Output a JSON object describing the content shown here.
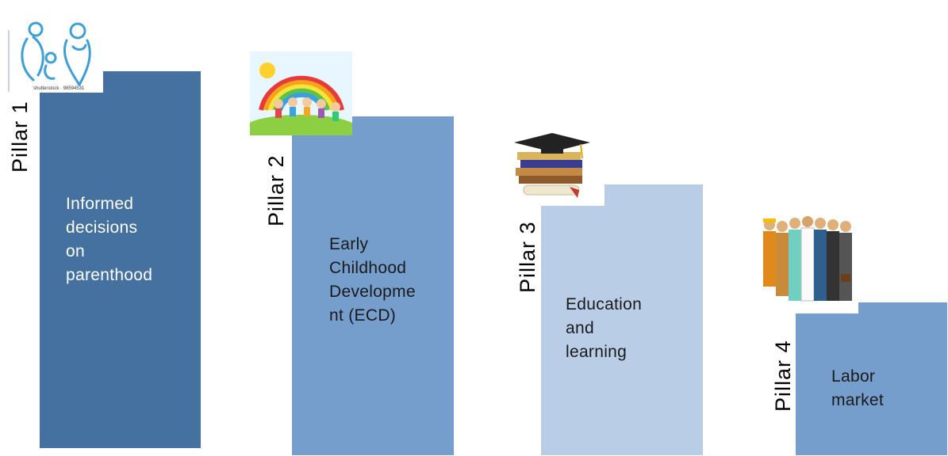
{
  "pillars": [
    {
      "label": "Pillar 1",
      "text": "Informed\ndecisions\non\nparenthood",
      "color": "#44719f",
      "text_color": "#ffffff",
      "image": "parents-child-icon",
      "caption": "shutterstock · 98594531"
    },
    {
      "label": "Pillar 2",
      "text": "Early\nChildhood\nDevelopme\nnt (ECD)",
      "color": "#759ecd",
      "text_color": "#1a1a1a",
      "image": "children-rainbow-icon"
    },
    {
      "label": "Pillar 3",
      "text": "Education\nand\nlearning",
      "color": "#b9cde7",
      "text_color": "#1a1a1a",
      "image": "graduation-cap-books-icon"
    },
    {
      "label": "Pillar 4",
      "text": "Labor\nmarket",
      "color": "#759ecd",
      "text_color": "#1a1a1a",
      "image": "workers-group-icon"
    }
  ]
}
